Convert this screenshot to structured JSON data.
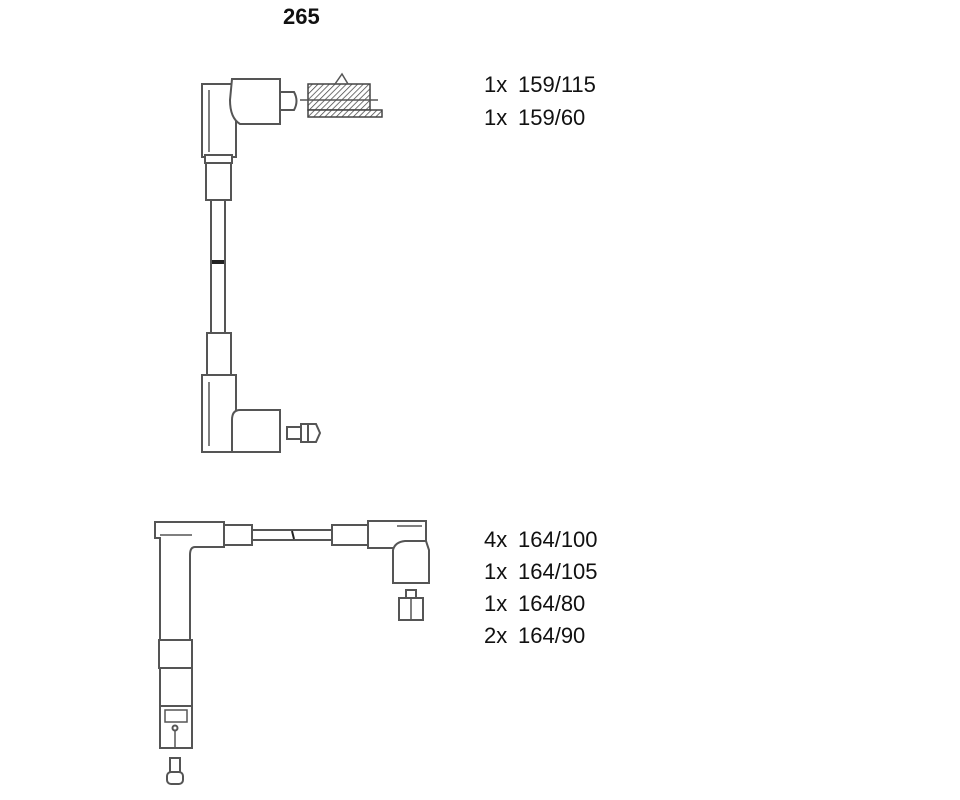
{
  "title": "265",
  "groups": [
    {
      "items": [
        {
          "qty": "1x",
          "part": "159/115"
        },
        {
          "qty": "1x",
          "part": "159/60"
        }
      ]
    },
    {
      "items": [
        {
          "qty": "4x",
          "part": "164/100"
        },
        {
          "qty": "1x",
          "part": "164/105"
        },
        {
          "qty": "1x",
          "part": "164/80"
        },
        {
          "qty": "2x",
          "part": "164/90"
        }
      ]
    }
  ]
}
